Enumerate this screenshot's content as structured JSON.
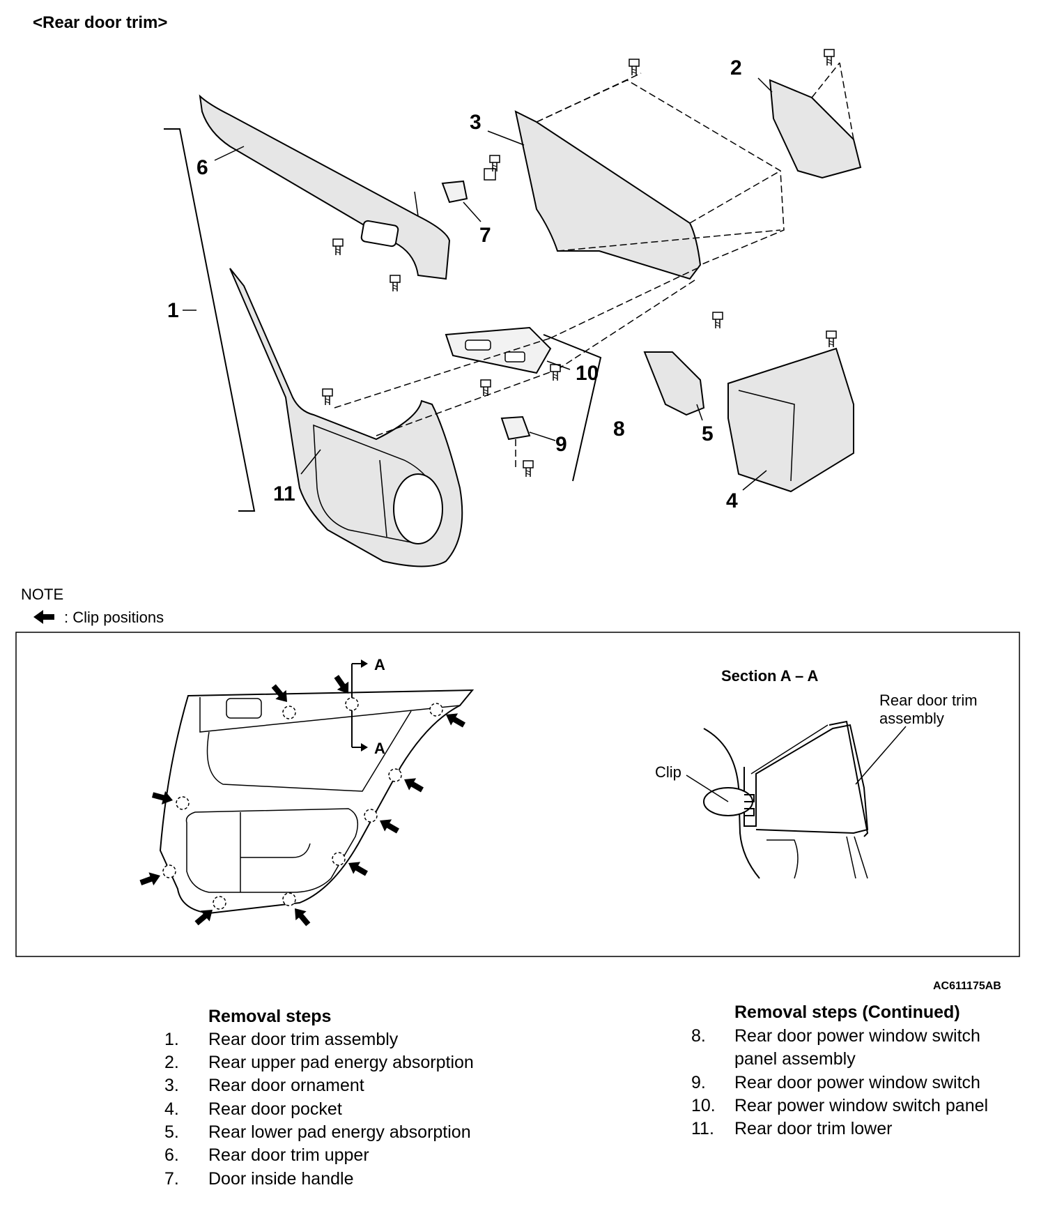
{
  "title": "<Rear door trim>",
  "callouts": [
    "1",
    "2",
    "3",
    "4",
    "5",
    "6",
    "7",
    "8",
    "9",
    "10",
    "11"
  ],
  "note": {
    "heading": "NOTE",
    "legend_text": ": Clip positions",
    "legend_icon": "arrow-left-icon"
  },
  "section": {
    "cut_label_top": "A",
    "cut_label_bottom": "A",
    "title": "Section A – A",
    "assembly_label_line1": "Rear door trim",
    "assembly_label_line2": "assembly",
    "clip_label": "Clip"
  },
  "figure_code": "AC611175AB",
  "removal_steps": {
    "heading": "Removal steps",
    "items": [
      {
        "num": "1.",
        "text": "Rear door trim assembly"
      },
      {
        "num": "2.",
        "text": "Rear upper pad energy absorption"
      },
      {
        "num": "3.",
        "text": "Rear door ornament"
      },
      {
        "num": "4.",
        "text": "Rear door pocket"
      },
      {
        "num": "5.",
        "text": "Rear lower pad energy absorption"
      },
      {
        "num": "6.",
        "text": "Rear door trim upper"
      },
      {
        "num": "7.",
        "text": "Door inside handle"
      }
    ]
  },
  "removal_steps_continued": {
    "heading": "Removal steps (Continued)",
    "items": [
      {
        "num": "8.",
        "text": "Rear door power window switch",
        "text2": "panel assembly"
      },
      {
        "num": "9.",
        "text": "Rear door power window switch"
      },
      {
        "num": "10.",
        "text": "Rear power window switch panel"
      },
      {
        "num": "11.",
        "text": "Rear door trim lower"
      }
    ]
  }
}
